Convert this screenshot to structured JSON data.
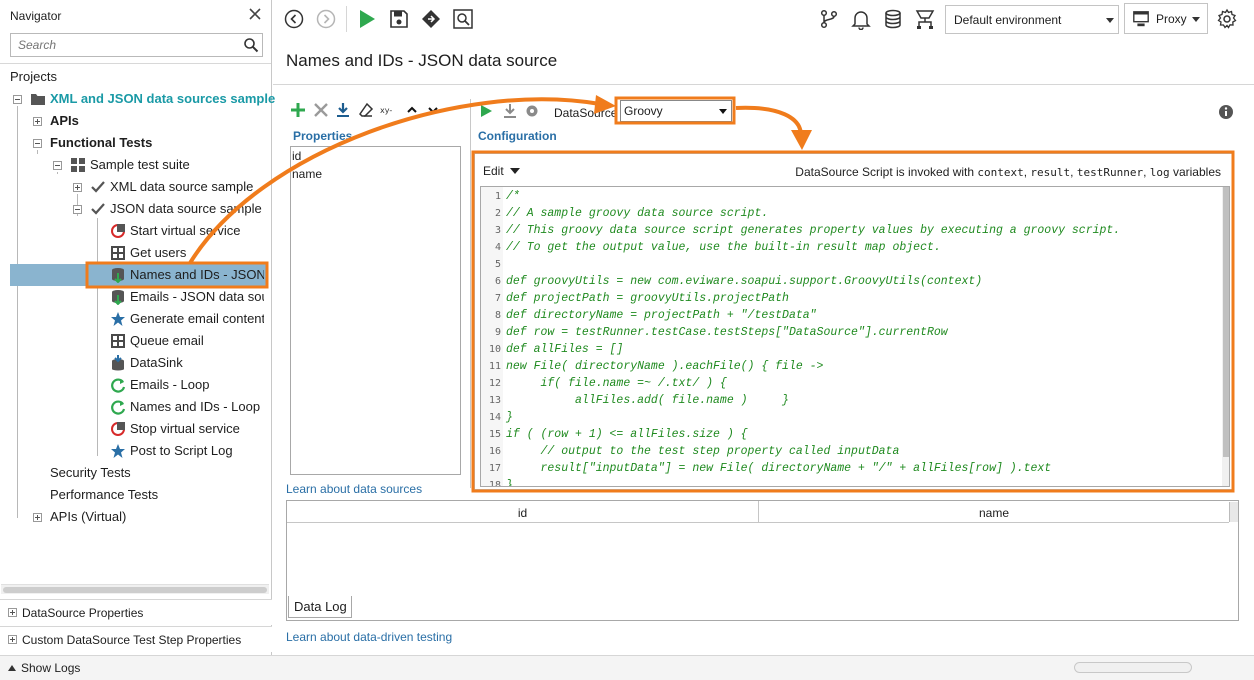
{
  "navigator": {
    "title": "Navigator",
    "search_placeholder": "Search",
    "projects_label": "Projects",
    "tree": [
      {
        "label": "XML and JSON data sources sample",
        "icon": "folder-icon"
      },
      {
        "label": "APIs"
      },
      {
        "label": "Functional Tests"
      },
      {
        "label": "Sample test suite",
        "icon": "test-suite-icon"
      },
      {
        "label": "XML data source sample",
        "icon": "checkmark-icon"
      },
      {
        "label": "JSON data source sample",
        "icon": "checkmark-icon"
      },
      {
        "label": "Start virtual service",
        "icon": "start-virt-icon"
      },
      {
        "label": "Get users",
        "icon": "rest-request-icon"
      },
      {
        "label": "Names and IDs - JSON data source",
        "icon": "datasource-icon",
        "selected": true
      },
      {
        "label": "Emails - JSON data source",
        "icon": "datasource-icon"
      },
      {
        "label": "Generate email content",
        "icon": "script-star-icon"
      },
      {
        "label": "Queue email",
        "icon": "rest-request-icon"
      },
      {
        "label": "DataSink",
        "icon": "datasink-icon"
      },
      {
        "label": "Emails - Loop",
        "icon": "loop-icon"
      },
      {
        "label": "Names and IDs - Loop",
        "icon": "loop-icon"
      },
      {
        "label": "Stop virtual service",
        "icon": "stop-virt-icon"
      },
      {
        "label": "Post to Script Log",
        "icon": "script-star-icon"
      },
      {
        "label": "Security Tests"
      },
      {
        "label": "Performance Tests"
      },
      {
        "label": "APIs (Virtual)"
      }
    ]
  },
  "bottom_panels": {
    "datasource_properties": "DataSource Properties",
    "custom_properties": "Custom DataSource Test Step Properties"
  },
  "statusbar": {
    "show_logs": "Show Logs"
  },
  "toolbar": {
    "environment": "Default environment",
    "proxy": "Proxy"
  },
  "main": {
    "title": "Names and IDs - JSON data source",
    "properties_title": "Properties",
    "properties": [
      "id",
      "name"
    ],
    "learn_datasources": "Learn about data sources",
    "configuration_title": "Configuration",
    "datasource_label": "DataSource",
    "datasource_value": "Groovy",
    "edit_label": "Edit",
    "script_hint": {
      "prefix": "DataSource Script is invoked with",
      "var1": "context",
      "var2": "result",
      "var3": "testRunner",
      "var4": "log",
      "suffix": "variables"
    },
    "code_lines": [
      "/*",
      "// A sample groovy data source script.",
      "// This groovy data source script generates property values by executing a groovy script.",
      "// To get the output value, use the built-in result map object.",
      "",
      "def groovyUtils = new com.eviware.soapui.support.GroovyUtils(context)",
      "def projectPath = groovyUtils.projectPath",
      "def directoryName = projectPath + \"/testData\"",
      "def row = testRunner.testCase.testSteps[\"DataSource\"].currentRow",
      "def allFiles = []",
      "new File( directoryName ).eachFile() { file ->",
      "     if( file.name =~ /.txt/ ) {",
      "          allFiles.add( file.name )     }",
      "}",
      "if ( (row + 1) <= allFiles.size ) {",
      "     // output to the test step property called inputData",
      "     result[\"inputData\"] = new File( directoryName + \"/\" + allFiles[row] ).text",
      "}"
    ],
    "log_columns": [
      "id",
      "name"
    ],
    "datalog_tab": "Data Log",
    "learn_datadriven": "Learn about data-driven testing"
  },
  "colors": {
    "highlight_orange": "#f07c1c",
    "selection_blue": "#8ab4cf",
    "link_blue": "#2a6fa6",
    "code_green": "#1f8a1f",
    "teal_project": "#1a9aa6"
  }
}
